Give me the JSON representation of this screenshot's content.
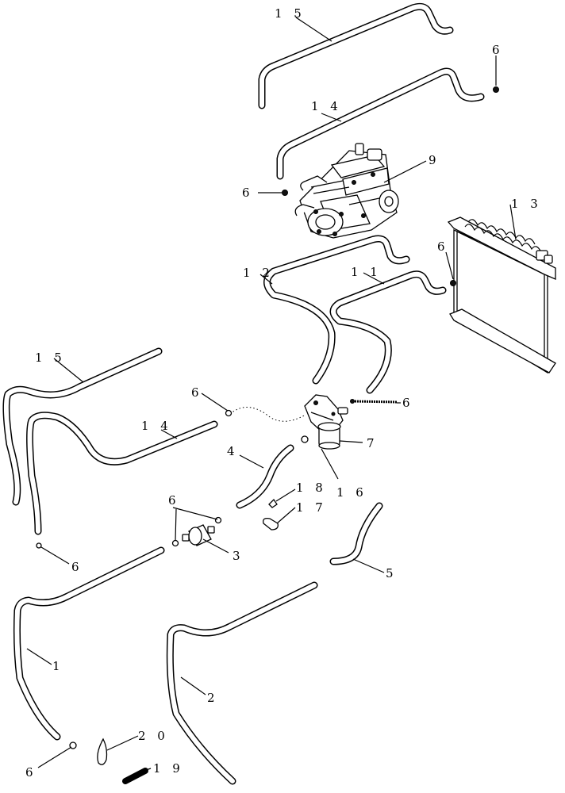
{
  "callouts": {
    "c15_top": "1 5",
    "c6_a": "6",
    "c14_top": "1 4",
    "c9": "9",
    "c6_b": "6",
    "c13": "1 3",
    "c12": "1 2",
    "c11": "1 1",
    "c6_c": "6",
    "c15_left": "1 5",
    "c14_left": "1 4",
    "c6_d": "6",
    "c6_e": "6",
    "c7": "7",
    "c16": "1 6",
    "c4": "4",
    "c18": "1 8",
    "c17": "1 7",
    "c6_f": "6",
    "c3": "3",
    "c6_g": "6",
    "c5": "5",
    "c1": "1",
    "c2": "2",
    "c20": "2 0",
    "c19": "1 9",
    "c6_h": "6"
  }
}
